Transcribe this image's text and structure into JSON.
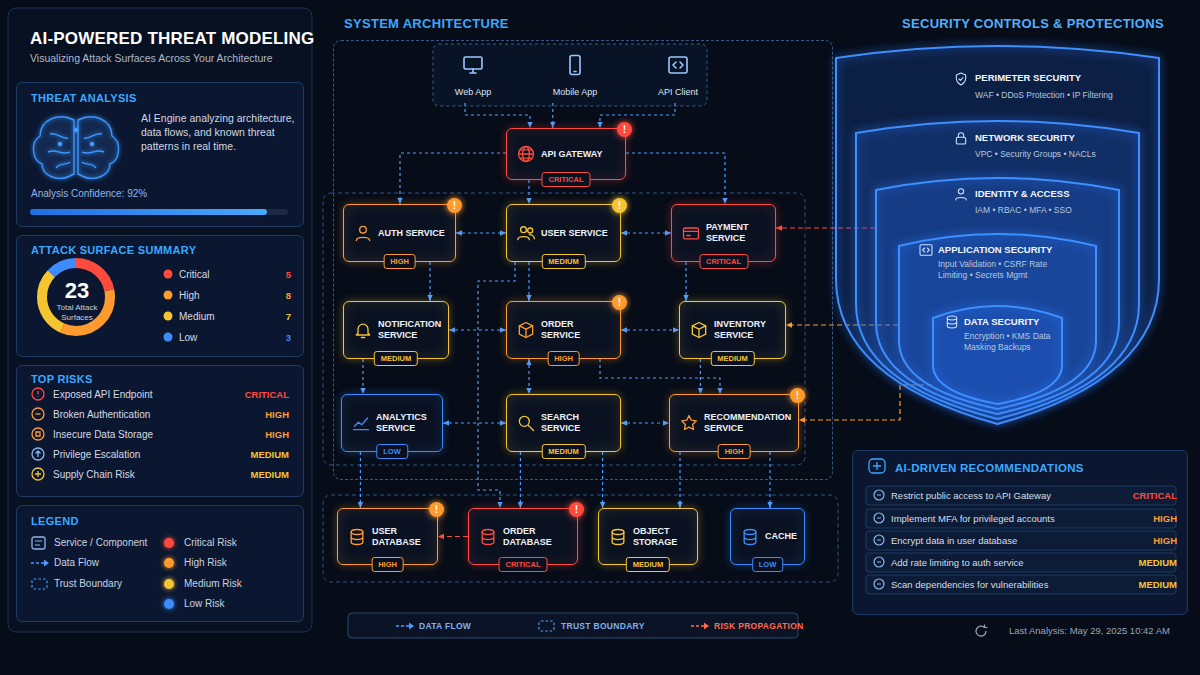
{
  "diagram": {
    "title": "AI-POWERED THREAT MODELING",
    "nodes": [
      {
        "text": [
          "THREAT ANALYSIS",
          "AI Engine analyzing architecture, data flows, and known threat patterns in real time.",
          "Analysis Confidence: 92%"
        ]
      },
      {
        "text": [
          "ATTACK SURFACE SUMMARY",
          "23",
          "Total Attack Surfaces",
          "Critical",
          "5",
          "High",
          "8",
          "Medium",
          "7",
          "Low",
          "3"
        ]
      },
      {
        "text": [
          "TOP RISKS",
          "Exposed API Endpoint",
          "CRITICAL",
          "Broken Authentication",
          "HIGH",
          "Insecure Data Storage",
          "HIGH",
          "Privilege Escalation",
          "MEDIUM",
          "Supply Chain Risk",
          "MEDIUM"
        ]
      },
      {
        "text": [
          "LEGEND"
        ]
      },
      {
        "text": [
          "SYSTEM ARCHITECTURE"
        ]
      },
      {
        "text": [
          "Web App"
        ],
        "in": 4
      },
      {
        "text": [
          "Mobile App"
        ],
        "in": 4
      },
      {
        "text": [
          "API Client"
        ],
        "in": 4
      },
      {
        "text": [
          "API GATEWAY",
          "CRITICAL",
          "!"
        ],
        "in": 4
      },
      {
        "text": [
          "AUTH SERVICE",
          "HIGH",
          "!"
        ],
        "in": 4
      },
      {
        "text": [
          "USER SERVICE",
          "MEDIUM",
          "!"
        ],
        "in": 4
      },
      {
        "text": [
          "PAYMENT SERVICE",
          "CRITICAL"
        ],
        "in": 4
      },
      {
        "text": [
          "NOTIFICATION SERVICE",
          "MEDIUM"
        ],
        "in": 4
      },
      {
        "text": [
          "ORDER SERVICE",
          "HIGH",
          "!"
        ],
        "in": 4
      },
      {
        "text": [
          "INVENTORY SERVICE",
          "MEDIUM"
        ],
        "in": 4
      },
      {
        "text": [
          "ANALYTICS SERVICE",
          "LOW"
        ],
        "in": 4
      },
      {
        "text": [
          "SEARCH SERVICE",
          "MEDIUM"
        ],
        "in": 4
      },
      {
        "text": [
          "RECOMMENDATION SERVICE",
          "HIGH",
          "!"
        ],
        "in": 4
      },
      {
        "text": [
          "USER DATABASE",
          "HIGH",
          "!"
        ]
      },
      {
        "text": [
          "ORDER DATABASE",
          "CRITICAL",
          "!"
        ]
      },
      {
        "text": [
          "OBJECT STORAGE",
          "MEDIUM"
        ]
      },
      {
        "text": [
          "CACHE",
          "LOW"
        ]
      },
      {
        "text": [
          "PERIMETER SECURITY",
          "WAF • DDoS Protection • IP Filtering"
        ]
      },
      {
        "text": [
          "NETWORK SECURITY",
          "VPC • Security Groups • NACLs"
        ],
        "in": 22
      },
      {
        "text": [
          "IDENTITY & ACCESS",
          "IAM • RBAC • MFA • SSO"
        ],
        "in": 23
      },
      {
        "text": [
          "APPLICATION SECURITY",
          "Input Validation • CSRF Rate Limiting • Secrets Mgmt"
        ],
        "in": 24
      },
      {
        "text": [
          "DATA SECURITY",
          "Encryption • KMS Data Masking Backups"
        ],
        "in": 25
      },
      {
        "text": [
          "AI-DRIVEN RECOMMENDATIONS",
          "Restrict public access to API Gateway",
          "CRITICAL",
          "Implement MFA for privileged accounts",
          "HIGH",
          "Encrypt data in user database",
          "HIGH",
          "Add rate limiting to auth service",
          "MEDIUM",
          "Scan dependencies for vulnerabilities",
          "MEDIUM"
        ]
      }
    ],
    "edges": [
      {
        "from": 5,
        "to": 8,
        "arrow": "to"
      },
      {
        "from": 6,
        "to": 8,
        "arrow": "to"
      },
      {
        "from": 7,
        "to": 8,
        "arrow": "to"
      },
      {
        "from": 8,
        "to": 9,
        "arrow": "to"
      },
      {
        "from": 8,
        "to": 10,
        "arrow": "to"
      },
      {
        "from": 8,
        "to": 11,
        "arrow": "to"
      },
      {
        "from": 9,
        "to": 10,
        "arrow": "both"
      },
      {
        "from": 10,
        "to": 11,
        "arrow": "both"
      },
      {
        "from": 9,
        "to": 12,
        "arrow": "to"
      },
      {
        "from": 10,
        "to": 13,
        "arrow": "to"
      },
      {
        "from": 11,
        "to": 14,
        "arrow": "to"
      },
      {
        "from": 12,
        "to": 13,
        "arrow": "both"
      },
      {
        "from": 13,
        "to": 14,
        "arrow": "both"
      },
      {
        "from": 12,
        "to": 15,
        "arrow": "to"
      },
      {
        "from": 13,
        "to": 16,
        "arrow": "both"
      },
      {
        "from": 14,
        "to": 17,
        "arrow": "to"
      },
      {
        "from": 15,
        "to": 16,
        "arrow": "both"
      },
      {
        "from": 16,
        "to": 17,
        "arrow": "both"
      },
      {
        "from": 13,
        "to": 17,
        "arrow": "to"
      },
      {
        "from": 15,
        "to": 18,
        "arrow": "to"
      },
      {
        "from": 10,
        "to": 19,
        "arrow": "to"
      },
      {
        "from": 16,
        "to": 20,
        "arrow": "to"
      },
      {
        "from": 16,
        "to": 19,
        "arrow": "to"
      },
      {
        "from": 17,
        "to": 20,
        "arrow": "to"
      },
      {
        "from": 17,
        "to": 21,
        "arrow": "to"
      },
      {
        "from": 19,
        "to": 18,
        "arrow": "to"
      },
      {
        "from": 24,
        "to": 11,
        "arrow": "to"
      },
      {
        "from": 25,
        "to": 14,
        "arrow": "to"
      },
      {
        "from": 26,
        "to": 17,
        "arrow": "to"
      }
    ],
    "labels": [
      "Visualizing Attack Surfaces Across Your Architecture",
      "SECURITY CONTROLS & PROTECTIONS",
      "Last Analysis: May 29, 2025 10:42 AM"
    ],
    "legend": [
      {
        "text": "Service / Component"
      },
      {
        "text": "Data Flow"
      },
      {
        "text": "Trust Boundary"
      },
      {
        "text": "Critical Risk",
        "color": "#ff4a3d"
      },
      {
        "text": "High Risk",
        "color": "#ff9a2e"
      },
      {
        "text": "Medium Risk",
        "color": "#f5c431"
      },
      {
        "text": "Low Risk",
        "color": "#3d8bfd"
      },
      {
        "text": "DATA FLOW"
      },
      {
        "text": "TRUST BOUNDARY"
      },
      {
        "text": "RISK PROPAGATION"
      }
    ]
  }
}
